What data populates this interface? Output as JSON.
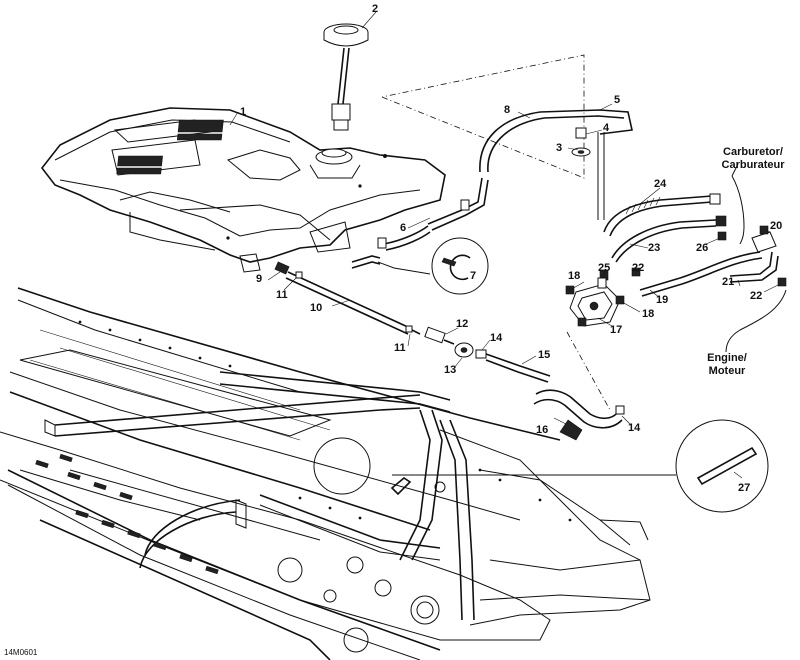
{
  "callouts": [
    "1",
    "2",
    "3",
    "4",
    "5",
    "6",
    "7",
    "8",
    "9",
    "10",
    "11",
    "11",
    "12",
    "13",
    "14",
    "14",
    "15",
    "16",
    "17",
    "18",
    "18",
    "19",
    "20",
    "21",
    "22",
    "22",
    "23",
    "24",
    "25",
    "26",
    "27"
  ],
  "destinations": {
    "carburetor": "Carburetor/\nCarburateur",
    "engine": "Engine/\nMoteur"
  },
  "figure_code": "14M0601"
}
